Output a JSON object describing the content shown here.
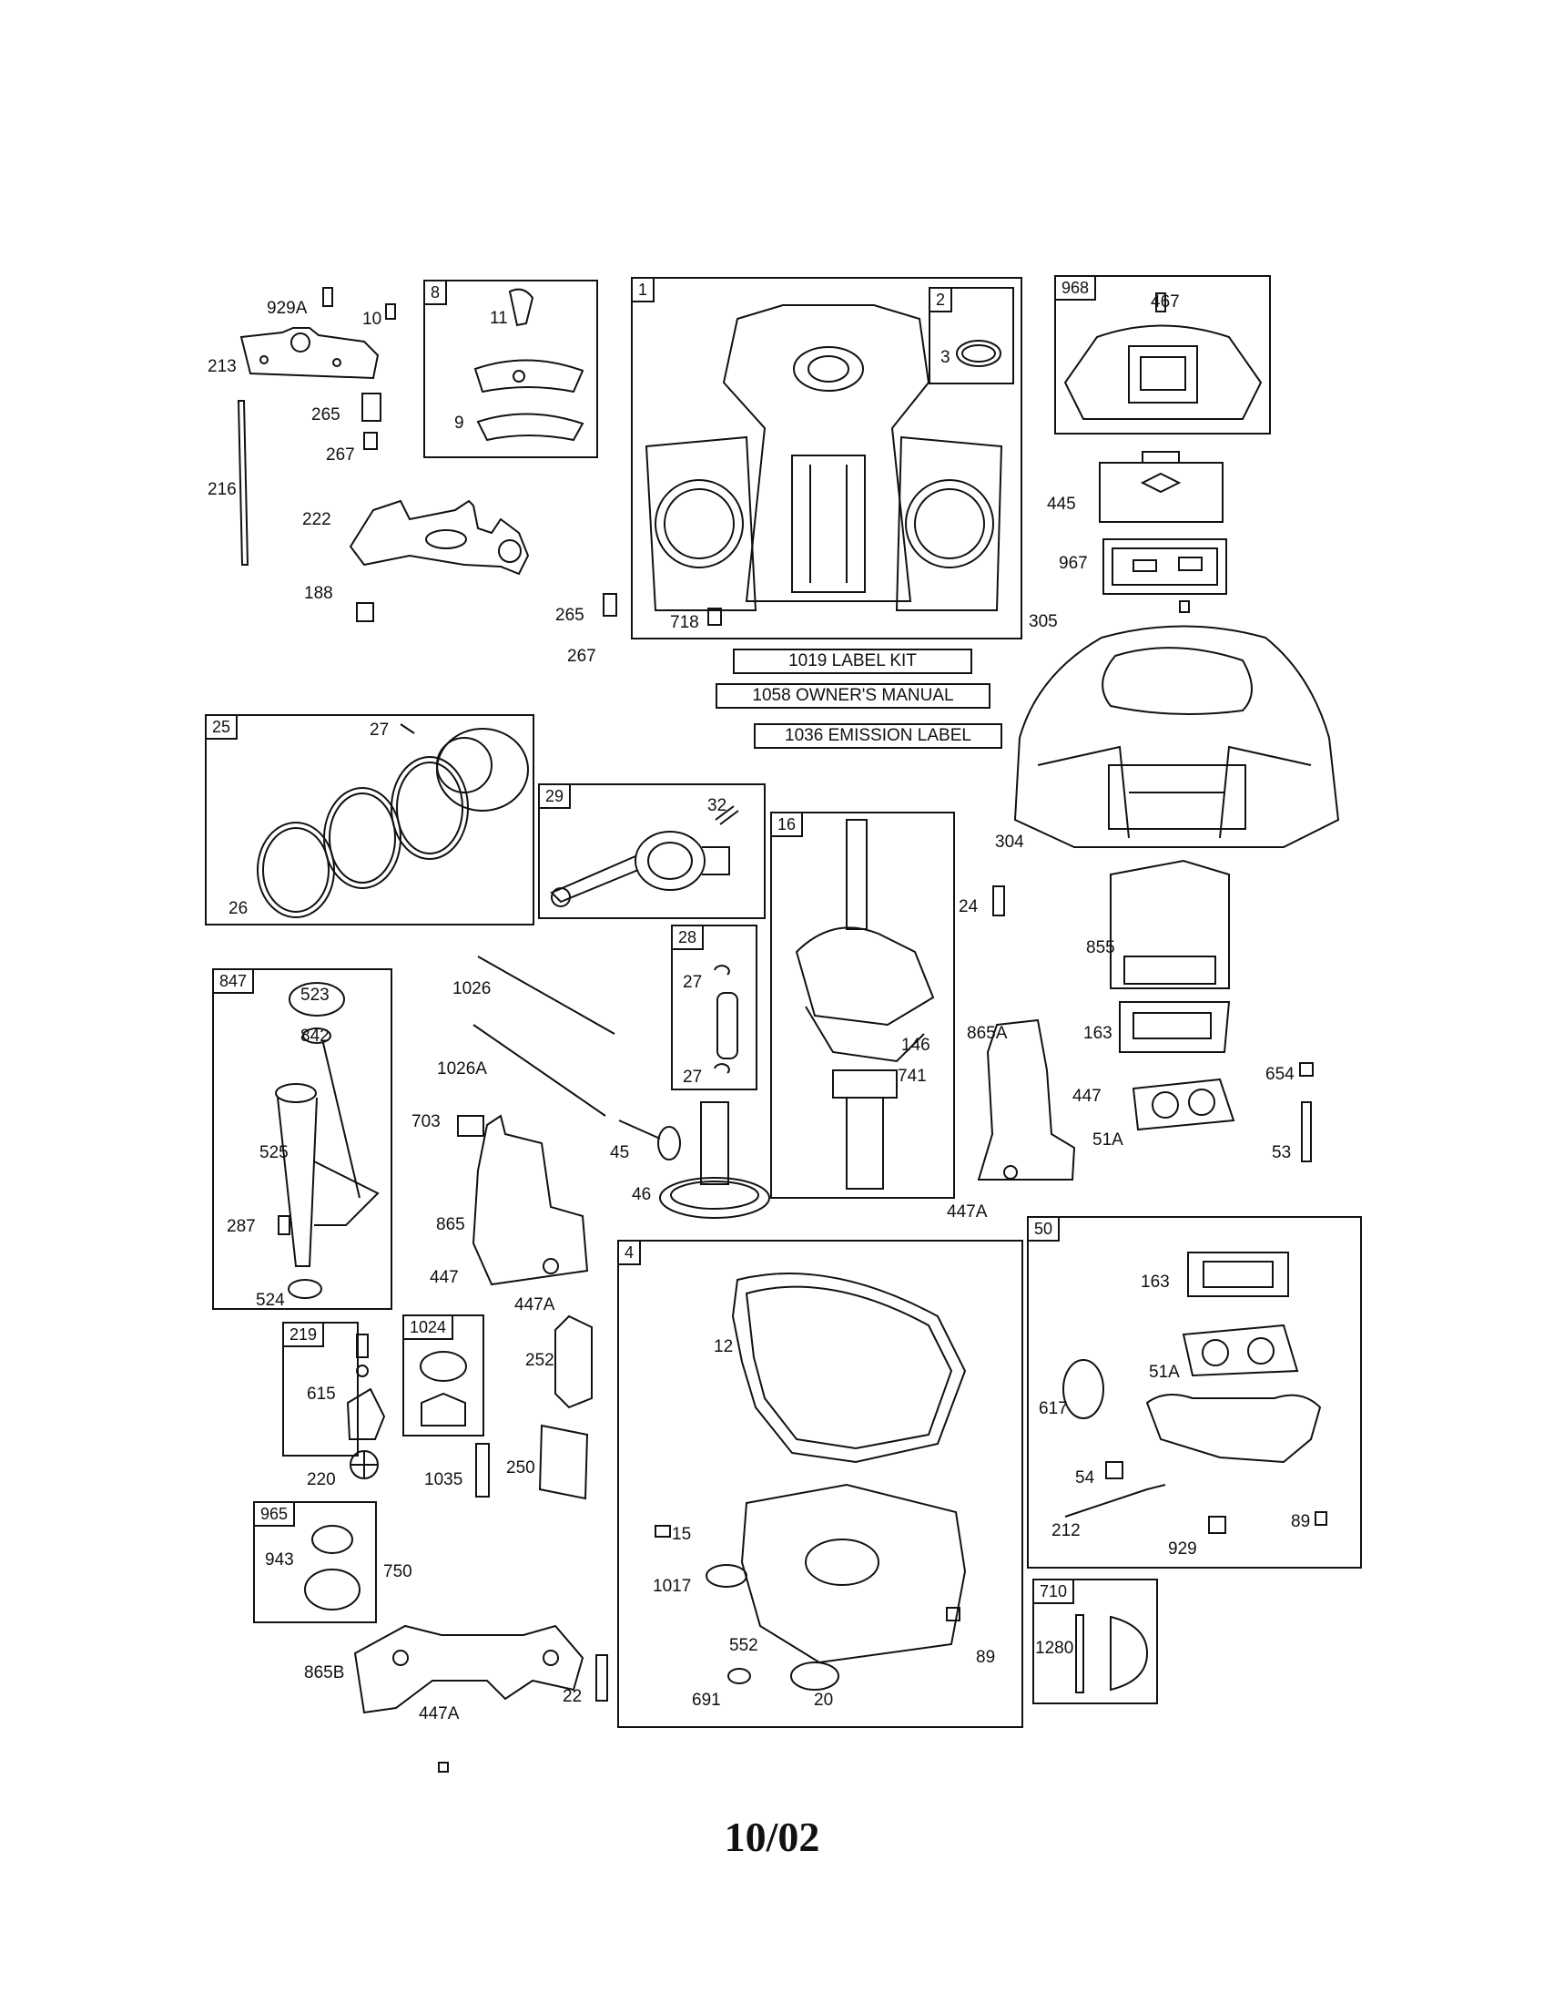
{
  "diagram": {
    "footer_date": "10/02",
    "kits": {
      "k1019": "1019 LABEL KIT",
      "k1058": "1058 OWNER'S MANUAL",
      "k1036": "1036 EMISSION LABEL"
    },
    "box_tags": {
      "b8": "8",
      "b1": "1",
      "b2": "2",
      "b968": "968",
      "b25": "25",
      "b29": "29",
      "b16": "16",
      "b28": "28",
      "b847": "847",
      "b219": "219",
      "b1024": "1024",
      "b965": "965",
      "b4": "4",
      "b50": "50",
      "b710": "710"
    },
    "labels": {
      "l929A": "929A",
      "l10": "10",
      "l213": "213",
      "l265a": "265",
      "l267a": "267",
      "l216": "216",
      "l222": "222",
      "l188": "188",
      "l265b": "265",
      "l267b": "267",
      "l11": "11",
      "l9": "9",
      "l3": "3",
      "l718": "718",
      "l467": "467",
      "l445": "445",
      "l967": "967",
      "l305": "305",
      "l304": "304",
      "l27a": "27",
      "l26": "26",
      "l32": "32",
      "l24": "24",
      "l855": "855",
      "l163a": "163",
      "l654": "654",
      "l447a": "447",
      "l51Aa": "51A",
      "l53": "53",
      "l865A": "865A",
      "l447Aa": "447A",
      "l146": "146",
      "l741": "741",
      "l27b": "27",
      "l27c": "27",
      "l1026": "1026",
      "l1026A": "1026A",
      "l703": "703",
      "l45": "45",
      "l46": "46",
      "l523": "523",
      "l842": "842",
      "l525": "525",
      "l287": "287",
      "l524": "524",
      "l865": "865",
      "l447b": "447",
      "l447Ab": "447A",
      "l252": "252",
      "l615": "615",
      "l220": "220",
      "l1035": "1035",
      "l250": "250",
      "l943": "943",
      "l750": "750",
      "l865B": "865B",
      "l447Ac": "447A",
      "l22": "22",
      "l12": "12",
      "l15": "15",
      "l1017": "1017",
      "l552": "552",
      "l89a": "89",
      "l691": "691",
      "l20": "20",
      "l163b": "163",
      "l51Ab": "51A",
      "l617": "617",
      "l54": "54",
      "l212": "212",
      "l929": "929",
      "l89b": "89",
      "l1280": "1280"
    }
  }
}
